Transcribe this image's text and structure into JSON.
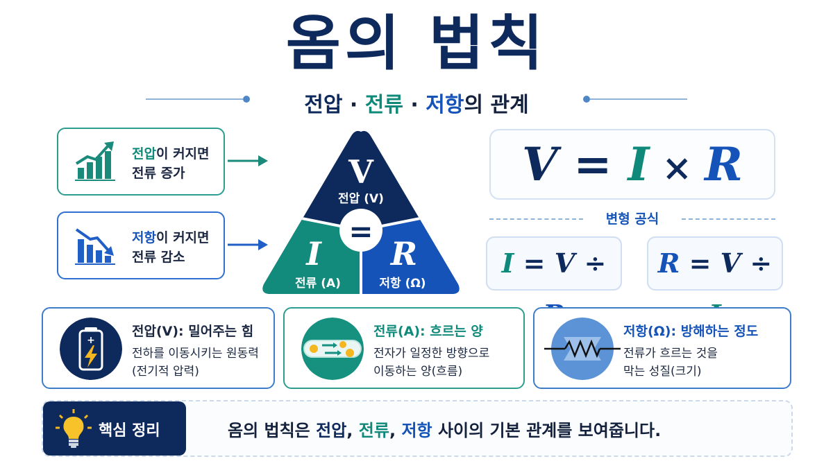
{
  "title": "옴의 법칙",
  "subtitle": {
    "v": "전압",
    "sep1": " · ",
    "i": "전류",
    "sep2": " · ",
    "r": "저항",
    "rest": "의 관계"
  },
  "rules": [
    {
      "key": "전압",
      "line1_rest": "이 커지면",
      "line2": "전류 증가",
      "icon": "trend-up-chart-icon"
    },
    {
      "key": "저항",
      "line1_rest": "이 커지면",
      "line2": "전류 감소",
      "icon": "trend-down-chart-icon"
    }
  ],
  "triangle": {
    "top_symbol": "V",
    "top_label": "전압 (V)",
    "left_symbol": "I",
    "left_label": "전류 (A)",
    "right_symbol": "R",
    "right_label": "저항 (Ω)",
    "center": "="
  },
  "formula": {
    "v": "V",
    "eq": " = ",
    "i": "I",
    "times": " × ",
    "r": "R"
  },
  "variants_label": "변형 공식",
  "variants": [
    {
      "lhs": "I",
      "eq": " = ",
      "a": "V",
      "op": " ÷ ",
      "b": "R"
    },
    {
      "lhs": "R",
      "eq": " = ",
      "a": "V",
      "op": " ÷ ",
      "b": "I"
    }
  ],
  "definitions": [
    {
      "head": "전압(V): 밀어주는 힘",
      "line1": "전하를 이동시키는 원동력",
      "line2": "(전기적 압력)",
      "icon": "battery-icon"
    },
    {
      "head": "전류(A): 흐르는 양",
      "line1": "전자가 일정한 방향으로",
      "line2": "이동하는 양(흐름)",
      "icon": "electron-flow-icon"
    },
    {
      "head": "저항(Ω): 방해하는 정도",
      "line1": "전류가 흐르는 것을",
      "line2": "막는 성질(크기)",
      "icon": "resistor-icon"
    }
  ],
  "summary": {
    "tag": "핵심 정리",
    "pre": "옴의 법칙은 ",
    "v": "전압",
    "c1": ", ",
    "i": "전류",
    "c2": ", ",
    "r": "저항",
    "post": " 사이의 기본 관계를 보여줍니다."
  },
  "colors": {
    "navy": "#0e2a5c",
    "teal": "#0f8a7a",
    "blue": "#1553b8"
  }
}
